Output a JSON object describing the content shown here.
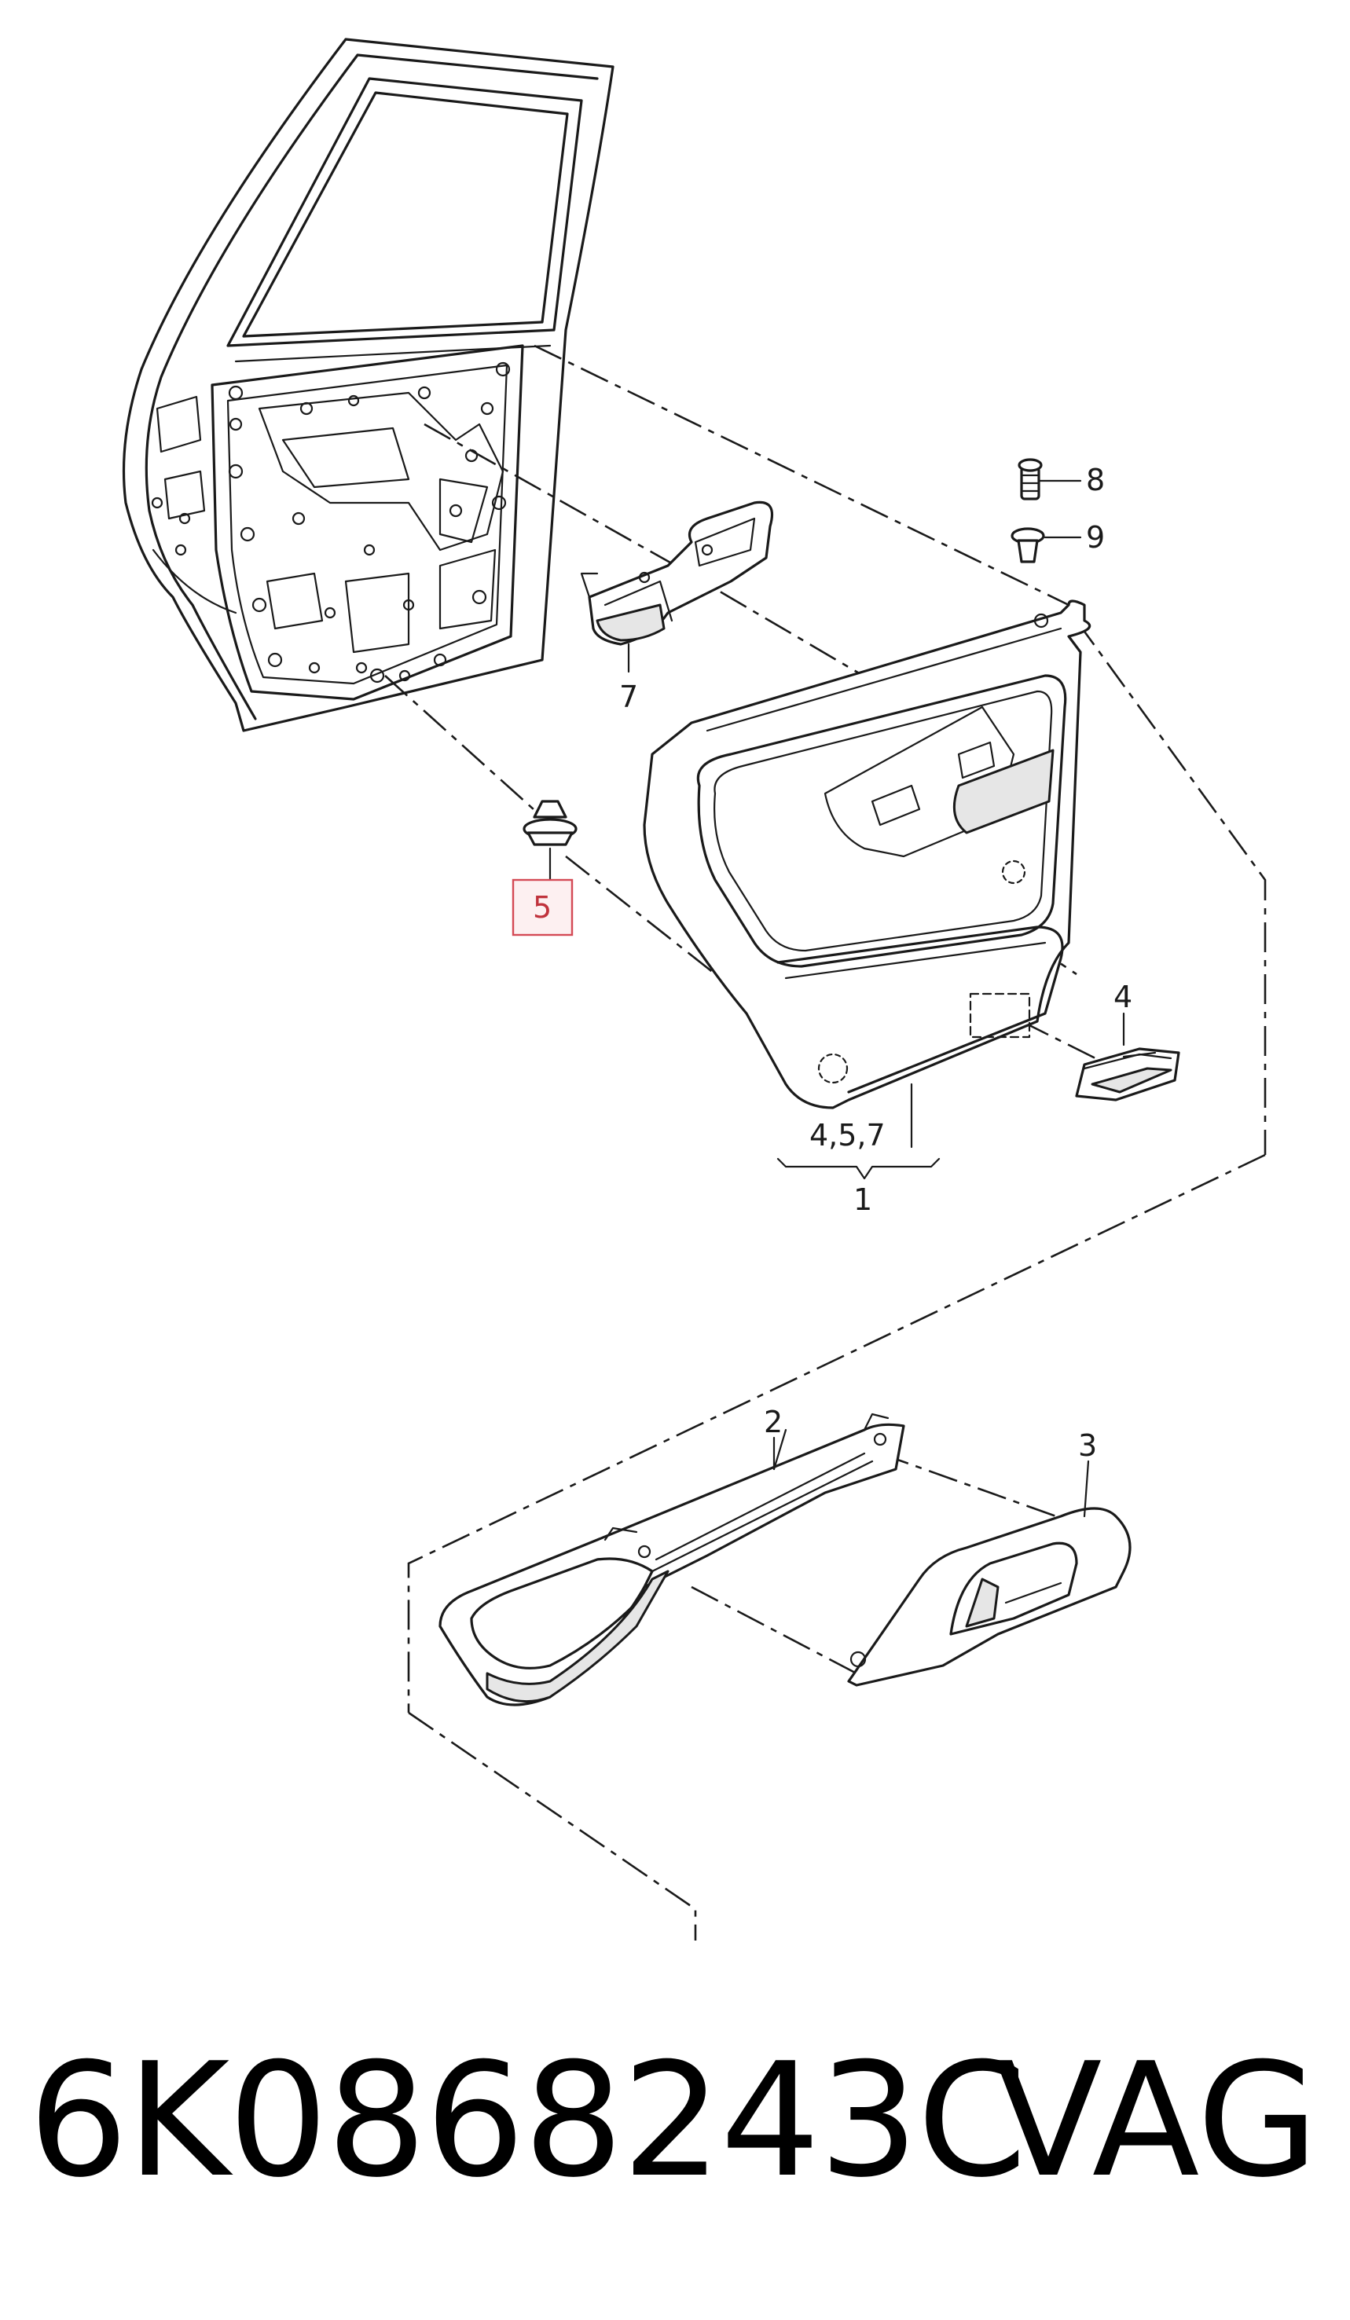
{
  "labels": {
    "l1": "1",
    "l2": "2",
    "l3": "3",
    "l4": "4",
    "l457": "4,5,7",
    "l5": "5",
    "l7": "7",
    "l8": "8",
    "l9": "9"
  },
  "highlight_color": "#d44a55",
  "footer": {
    "part_number": "6K0868243C",
    "brand": "VAG"
  }
}
